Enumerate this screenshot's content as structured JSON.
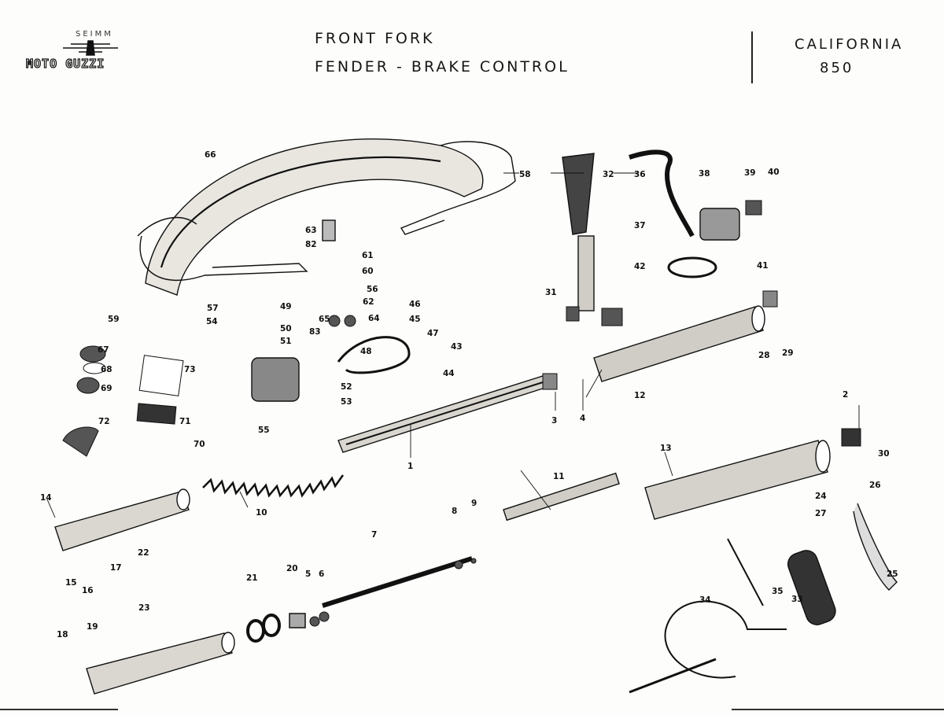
{
  "header": {
    "manufacturer_small": "SEIMM",
    "brand": "MOTO GUZZI",
    "title_line1": "FRONT FORK",
    "title_line2": "FENDER - BRAKE CONTROL",
    "model_line1": "CALIFORNIA",
    "model_line2": "850"
  },
  "callouts": [
    "1",
    "2",
    "3",
    "4",
    "5",
    "6",
    "7",
    "8",
    "9",
    "10",
    "11",
    "12",
    "13",
    "14",
    "15",
    "16",
    "17",
    "18",
    "19",
    "20",
    "21",
    "22",
    "23",
    "24",
    "25",
    "26",
    "27",
    "28",
    "29",
    "30",
    "31",
    "32",
    "33",
    "34",
    "35",
    "36",
    "37",
    "38",
    "39",
    "40",
    "41",
    "42",
    "43",
    "44",
    "45",
    "46",
    "47",
    "48",
    "49",
    "50",
    "51",
    "52",
    "53",
    "54",
    "55",
    "56",
    "57",
    "58",
    "59",
    "60",
    "61",
    "62",
    "63",
    "64",
    "65",
    "66",
    "67",
    "68",
    "69",
    "70",
    "71",
    "72",
    "73",
    "82",
    "83"
  ]
}
